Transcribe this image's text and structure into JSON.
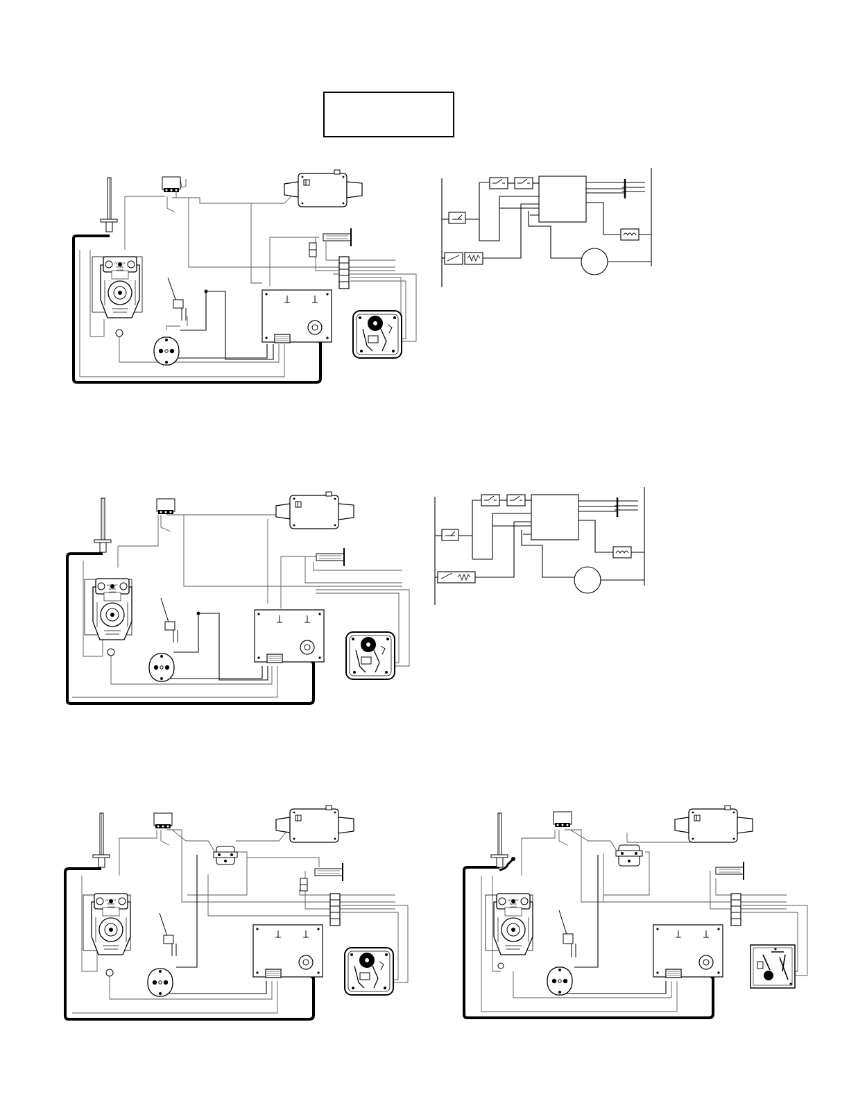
{
  "page": {
    "title_box_text": "",
    "background": "#ffffff",
    "ink": "#000000",
    "wire_grey": "#555555"
  },
  "gas_valve_plate": {
    "line1": "DO NOT",
    "line2": "WIRE",
    "line3": "HERE"
  },
  "figures": [
    {
      "id": "pictorial-1",
      "kind": "pictorial"
    },
    {
      "id": "ladder-1",
      "kind": "ladder"
    },
    {
      "id": "pictorial-2",
      "kind": "pictorial"
    },
    {
      "id": "ladder-2",
      "kind": "ladder"
    },
    {
      "id": "pictorial-3",
      "kind": "pictorial"
    },
    {
      "id": "pictorial-4",
      "kind": "pictorial"
    }
  ],
  "icons": [
    "electrode-icon",
    "terminal-block-icon",
    "inducer-motor-icon",
    "gas-valve-icon",
    "rollout-switch-icon",
    "limit-switch-icon",
    "control-board-icon",
    "transformer-icon",
    "flame-sensor-icon",
    "thermostat-icon",
    "pressure-switch-icon"
  ]
}
